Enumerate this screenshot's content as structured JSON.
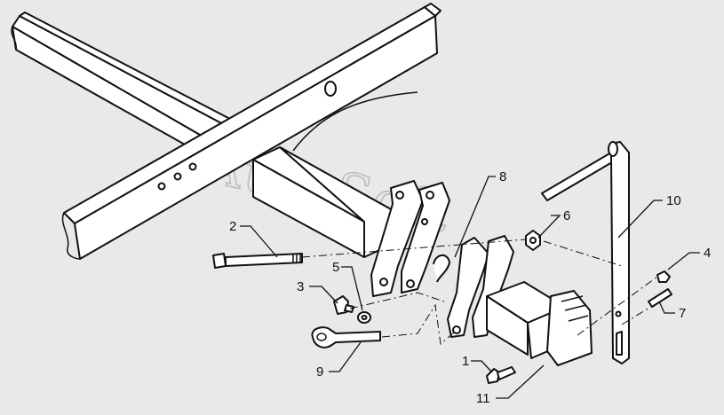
{
  "watermark": "AutoSoft",
  "callouts": [
    {
      "id": "c1",
      "text": "1"
    },
    {
      "id": "c2",
      "text": "2"
    },
    {
      "id": "c3",
      "text": "3"
    },
    {
      "id": "c4",
      "text": "4"
    },
    {
      "id": "c5",
      "text": "5"
    },
    {
      "id": "c6",
      "text": "6"
    },
    {
      "id": "c7",
      "text": "7"
    },
    {
      "id": "c8",
      "text": "8"
    },
    {
      "id": "c9",
      "text": "9"
    },
    {
      "id": "c10",
      "text": "10"
    },
    {
      "id": "c11",
      "text": "11"
    }
  ]
}
